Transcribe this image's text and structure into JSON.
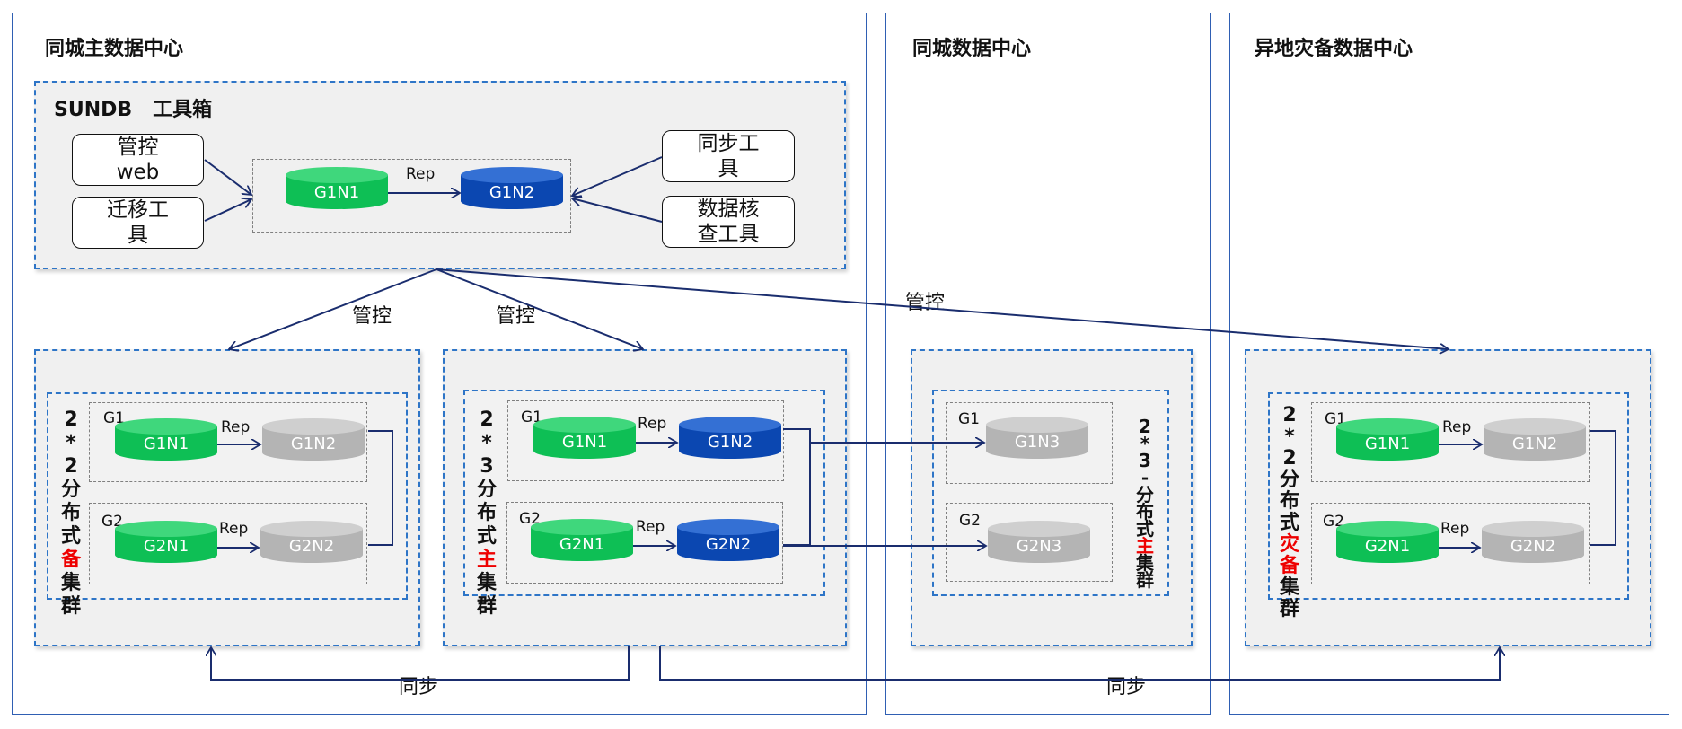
{
  "data_centers": {
    "primary": "同城主数据中心",
    "city": "同城数据中心",
    "remote": "异地灾备数据中心"
  },
  "toolbox": {
    "title": "SUNDB   工具箱",
    "mgmt_web": [
      "管控",
      "web"
    ],
    "migration": [
      "迁移工",
      "具"
    ],
    "sync_tool": [
      "同步工",
      "具"
    ],
    "data_check": [
      "数据核",
      "查工具"
    ],
    "node1": "G1N1",
    "node2": "G1N2",
    "rep": "Rep"
  },
  "links": {
    "manage": "管控",
    "sync": "同步"
  },
  "clusters": {
    "standby": {
      "label_chars": [
        "2",
        "*",
        "2",
        "分",
        "布",
        "式",
        "备",
        "集",
        "群"
      ],
      "highlight": "备",
      "g1": "G1",
      "g2": "G2",
      "nodes": [
        "G1N1",
        "G1N2",
        "G2N1",
        "G2N2"
      ],
      "rep": "Rep"
    },
    "main": {
      "label_chars": [
        "2",
        "*",
        "3",
        "分",
        "布",
        "式",
        "主",
        "集",
        "群"
      ],
      "highlight": "主",
      "g1": "G1",
      "g2": "G2",
      "nodes": [
        "G1N1",
        "G1N2",
        "G2N1",
        "G2N2"
      ],
      "rep": "Rep"
    },
    "city": {
      "label_chars": [
        "2",
        "*",
        "3",
        "-",
        "分",
        "布",
        "式",
        "主",
        "集",
        "群"
      ],
      "highlight": "主",
      "g1": "G1",
      "g2": "G2",
      "nodes": [
        "G1N3",
        "G2N3"
      ]
    },
    "disaster": {
      "label_chars": [
        "2",
        "*",
        "2",
        "分",
        "布",
        "式",
        "灾",
        "备",
        "集",
        "群"
      ],
      "highlight": "灾备",
      "g1": "G1",
      "g2": "G2",
      "nodes": [
        "G1N1",
        "G1N2",
        "G2N1",
        "G2N2"
      ],
      "rep": "Rep"
    }
  },
  "colors": {
    "border_blue": "#2f5fb3",
    "dash_blue": "#2e75c7",
    "arrow_navy": "#1a2d6e",
    "green_node": "#0ebf55",
    "blue_node": "#0b47b1",
    "gray_node": "#b4b4b4",
    "highlight_red": "#ee0000"
  }
}
